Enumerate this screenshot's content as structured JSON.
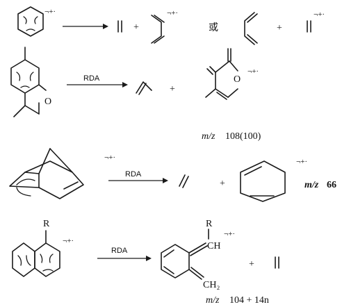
{
  "reactions": [
    {
      "charge": "¬+·",
      "plus1": "+",
      "charge2": "¬+·",
      "or": "或",
      "plus2": "+",
      "charge3": "¬+·"
    },
    {
      "arrow_label": "RDA",
      "hetero": "O",
      "plus": "+",
      "product_hetero": "O",
      "charge": "¬+·",
      "mz_prefix": "m/z",
      "mz_value": "108(100)"
    },
    {
      "charge": "¬+·",
      "arrow_label": "RDA",
      "plus": "+",
      "charge2": "¬+·",
      "mz_prefix": "m/z",
      "mz_value": "66"
    },
    {
      "substituent": "R",
      "charge": "¬+·",
      "arrow_label": "RDA",
      "prod_r": "R",
      "prod_ch": "CH",
      "prod_charge": "¬+·",
      "prod_ch2": "CH₂",
      "plus": "+",
      "mz_prefix": "m/z",
      "mz_value": "104 + 14n"
    }
  ]
}
